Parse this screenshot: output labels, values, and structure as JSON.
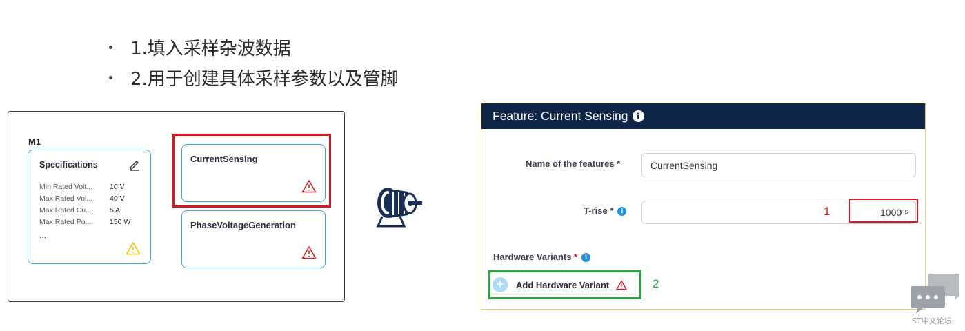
{
  "bullets": [
    "1.填入采样杂波数据",
    "2.用于创建具体采样参数以及管脚"
  ],
  "model": {
    "name": "M1",
    "specifications": {
      "title": "Specifications",
      "rows": [
        {
          "label": "Min Rated Volt...",
          "value": "10 V"
        },
        {
          "label": "Max Rated Vol...",
          "value": "40 V"
        },
        {
          "label": "Max Rated Cu...",
          "value": "5 A"
        },
        {
          "label": "Max Rated Po...",
          "value": "150 W"
        }
      ],
      "more": "..."
    },
    "features": [
      {
        "name": "CurrentSensing"
      },
      {
        "name": "PhaseVoltageGeneration"
      }
    ]
  },
  "form": {
    "title": "Feature: Current Sensing",
    "name_label": "Name of the features",
    "name_value": "CurrentSensing",
    "trise_label": "T-rise",
    "trise_value": "1000",
    "trise_unit": "ns",
    "hw_label": "Hardware Variants",
    "add_hw_label": "Add Hardware Variant",
    "required_mark": "*"
  },
  "annotations": {
    "one": "1",
    "two": "2"
  },
  "watermark": "ST中文论坛",
  "colors": {
    "header": "#0e2548",
    "accent": "#3aa3e0",
    "highlight_red": "#e0141e",
    "highlight_green": "#2ba640"
  }
}
